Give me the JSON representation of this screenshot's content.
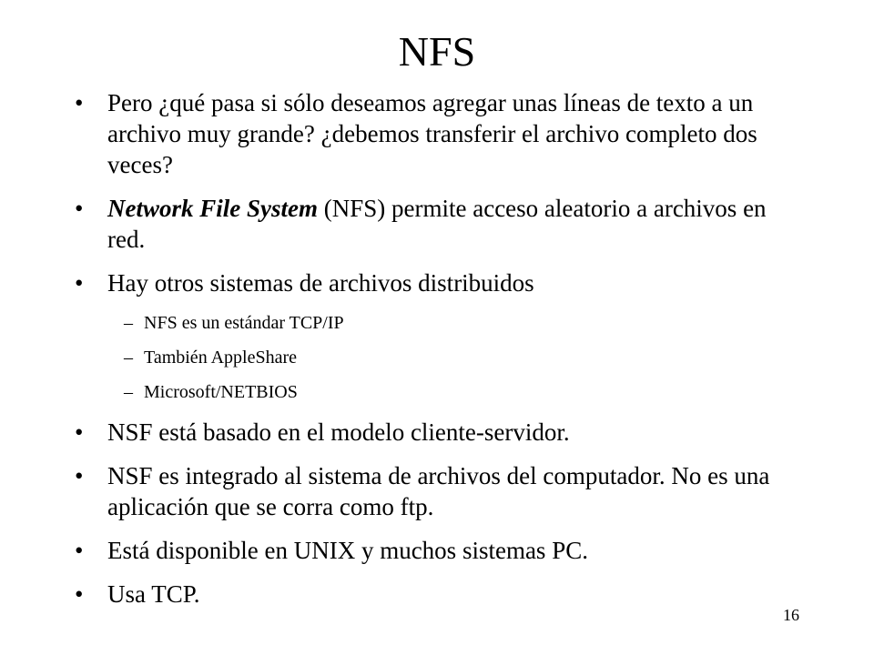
{
  "slide": {
    "title": "NFS",
    "page_number": "16",
    "bullet_glyph": "•",
    "dash_glyph": "–",
    "bullets": [
      {
        "text": "Pero ¿qué pasa si sólo deseamos agregar unas líneas de texto a un archivo muy grande? ¿debemos transferir el archivo completo dos veces?"
      },
      {
        "emphasis": "Network File System",
        "text": " (NFS) permite acceso aleatorio a archivos en red."
      },
      {
        "text": "Hay otros sistemas de archivos distribuidos"
      },
      {
        "text": "NSF está basado en el modelo cliente-servidor."
      },
      {
        "text": "NSF es integrado al sistema de archivos del computador. No es una aplicación que se corra como ftp."
      },
      {
        "text": "Está disponible en UNIX y muchos sistemas PC."
      },
      {
        "text": "Usa TCP."
      }
    ],
    "sub_bullets": [
      {
        "text": "NFS es un estándar TCP/IP"
      },
      {
        "text": "También AppleShare"
      },
      {
        "text": "Microsoft/NETBIOS"
      }
    ]
  }
}
